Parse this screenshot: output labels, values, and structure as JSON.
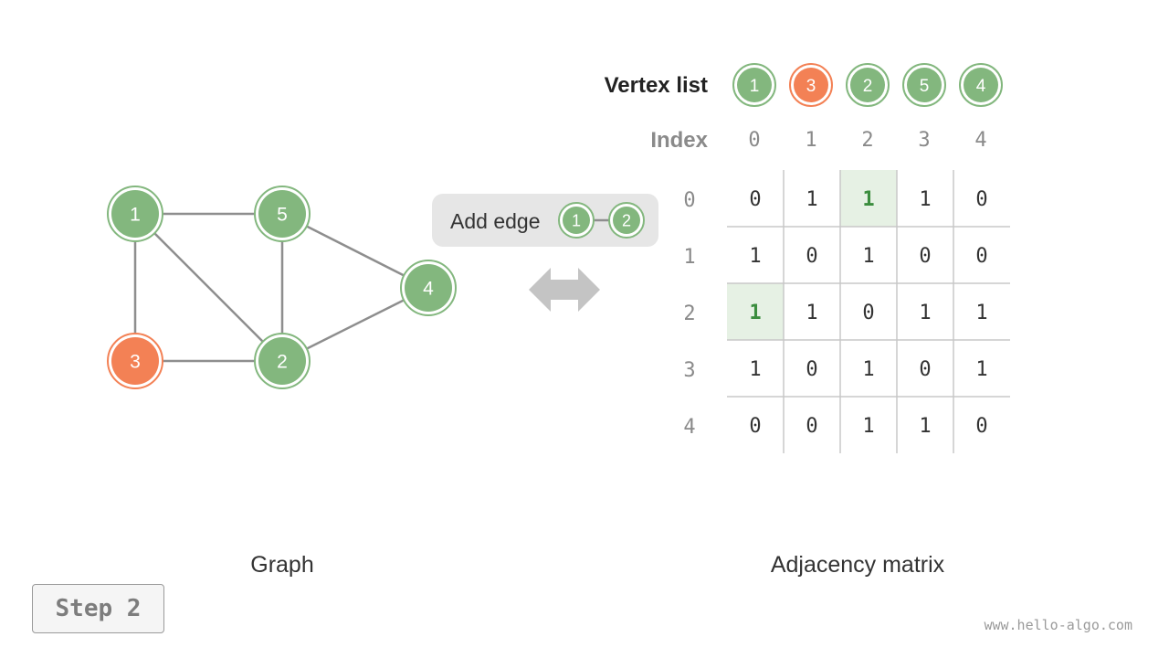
{
  "colors": {
    "vertex_green": "#83b77e",
    "vertex_green_dark": "#2e7d32",
    "vertex_orange": "#f38155",
    "edge": "#8e8e8e",
    "highlight_cell": "#e6f1e4",
    "highlight_text": "#3b8d3e",
    "panel_bg": "#e6e6e6",
    "arrow": "#c4c4c4"
  },
  "graph": {
    "caption": "Graph",
    "vertices": [
      {
        "label": "1",
        "color": "green"
      },
      {
        "label": "5",
        "color": "green"
      },
      {
        "label": "4",
        "color": "green"
      },
      {
        "label": "3",
        "color": "orange"
      },
      {
        "label": "2",
        "color": "green"
      }
    ],
    "edges": [
      [
        "1",
        "5"
      ],
      [
        "1",
        "3"
      ],
      [
        "1",
        "2"
      ],
      [
        "5",
        "2"
      ],
      [
        "5",
        "4"
      ],
      [
        "3",
        "2"
      ],
      [
        "2",
        "4"
      ]
    ]
  },
  "add_edge": {
    "label": "Add edge",
    "from": "1",
    "to": "2"
  },
  "arrow_icon": "double-arrow-icon",
  "vertex_list": {
    "label": "Vertex list",
    "items": [
      {
        "label": "1",
        "color": "green"
      },
      {
        "label": "3",
        "color": "orange"
      },
      {
        "label": "2",
        "color": "green"
      },
      {
        "label": "5",
        "color": "green"
      },
      {
        "label": "4",
        "color": "green"
      }
    ]
  },
  "index": {
    "label": "Index",
    "values": [
      "0",
      "1",
      "2",
      "3",
      "4"
    ]
  },
  "matrix": {
    "caption": "Adjacency matrix",
    "row_labels": [
      "0",
      "1",
      "2",
      "3",
      "4"
    ],
    "rows": [
      [
        "0",
        "1",
        "1",
        "1",
        "0"
      ],
      [
        "1",
        "0",
        "1",
        "0",
        "0"
      ],
      [
        "1",
        "1",
        "0",
        "1",
        "1"
      ],
      [
        "1",
        "0",
        "1",
        "0",
        "1"
      ],
      [
        "0",
        "0",
        "1",
        "1",
        "0"
      ]
    ],
    "highlighted_cells": [
      [
        0,
        2
      ],
      [
        2,
        0
      ]
    ]
  },
  "step": {
    "label": "Step 2"
  },
  "watermark": "www.hello-algo.com"
}
